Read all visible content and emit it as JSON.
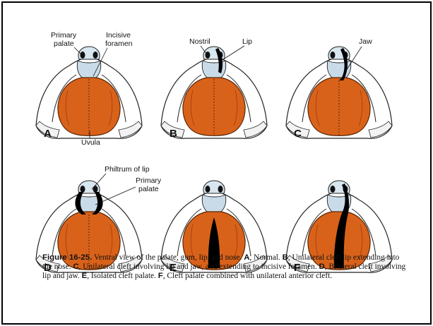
{
  "panels": [
    {
      "letter": "A",
      "variant": "normal"
    },
    {
      "letter": "B",
      "variant": "cleft-lip"
    },
    {
      "letter": "C",
      "variant": "cleft-lip-jaw"
    },
    {
      "letter": "D",
      "variant": "bilateral-cleft"
    },
    {
      "letter": "E",
      "variant": "isolated-cleft-palate"
    },
    {
      "letter": "F",
      "variant": "cleft-palate-unilateral"
    }
  ],
  "labels": {
    "primary_palate_1": "Primary",
    "primary_palate_2": "palate",
    "incisive_1": "Incisive",
    "incisive_2": "foramen",
    "uvula": "Uvula",
    "nostril": "Nostril",
    "lip": "Lip",
    "jaw": "Jaw",
    "philtrum": "Philtrum of lip",
    "primary_palate_d_1": "Primary",
    "primary_palate_d_2": "palate"
  },
  "caption": {
    "figure_label": "Figure 16-25.",
    "text_1": " Ventral view of the palate, gum, lip, and nose. ",
    "a": "A",
    "a_text": ", Normal. ",
    "b": "B",
    "b_text": ", Unilateral cleft lip extending into the nose. ",
    "c": "C",
    "c_text": ", Unilateral cleft involving lip and jaw, and extending to incisive foramen. ",
    "d": "D",
    "d_text": ", Bilateral cleft involving lip and jaw. ",
    "e": "E",
    "e_text": ", Isolated cleft palate. ",
    "f": "F",
    "f_text": ", Cleft palate combined with unilateral anterior cleft."
  },
  "colors": {
    "palate": "#d9621a",
    "palate_dark": "#8a3a0a",
    "primary_palate": "#c9dbe8",
    "cleft": "#000000",
    "outline": "#222222"
  }
}
